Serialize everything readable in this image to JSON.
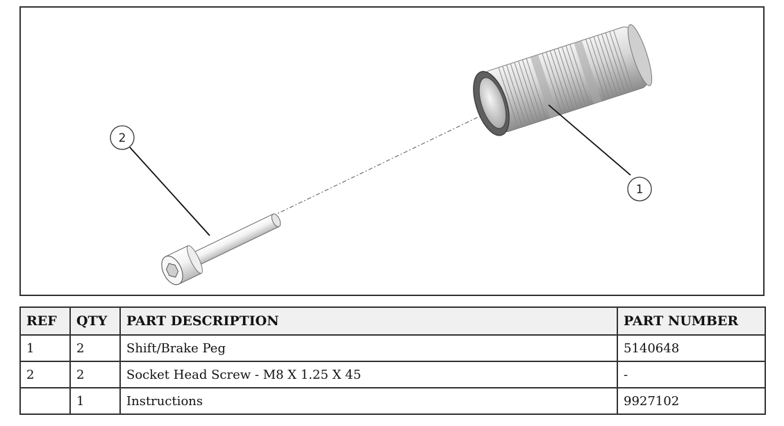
{
  "diagram": {
    "callouts": [
      {
        "label": "1",
        "part": "shift-brake-peg"
      },
      {
        "label": "2",
        "part": "socket-head-screw"
      }
    ]
  },
  "table": {
    "headers": {
      "ref": "REF",
      "qty": "QTY",
      "description": "PART DESCRIPTION",
      "part_number": "PART NUMBER"
    },
    "rows": [
      {
        "ref": "1",
        "qty": "2",
        "description": "Shift/Brake Peg",
        "part_number": "5140648"
      },
      {
        "ref": "2",
        "qty": "2",
        "description": "Socket Head Screw - M8 X 1.25 X 45",
        "part_number": "-"
      },
      {
        "ref": "",
        "qty": "1",
        "description": "Instructions",
        "part_number": "9927102"
      }
    ]
  }
}
